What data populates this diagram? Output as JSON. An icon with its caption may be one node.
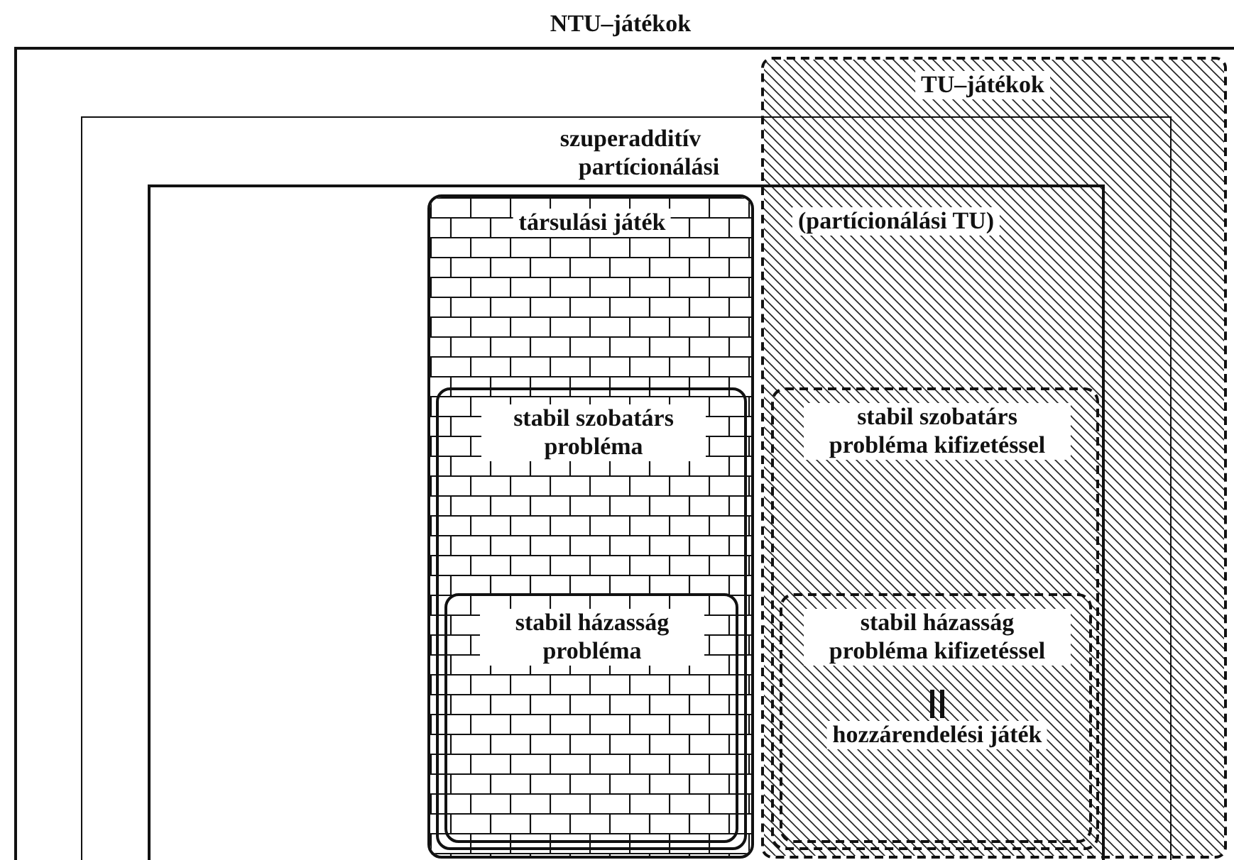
{
  "diagram": {
    "nodes": [
      {
        "text": [
          "NTU–játékok"
        ]
      },
      {
        "text": [
          "szuperadditív"
        ],
        "in": 0
      },
      {
        "text": [
          "partícionálási"
        ],
        "in": 1
      },
      {
        "text": [
          "TU–játékok"
        ],
        "in": 0
      },
      {
        "text": [
          "társulási játék"
        ],
        "in": 2
      },
      {
        "text": [
          "stabil szobatárs probléma"
        ],
        "in": 4
      },
      {
        "text": [
          "stabil házasság probléma"
        ],
        "in": 5
      },
      {
        "text": [
          "stabil szobatárs probléma kifizetéssel"
        ]
      },
      {
        "text": [
          "stabil házasság probléma kifizetéssel",
          "hozzárendelési játék"
        ],
        "in": 7
      }
    ],
    "labels": [
      "(partícionálási TU)"
    ]
  }
}
